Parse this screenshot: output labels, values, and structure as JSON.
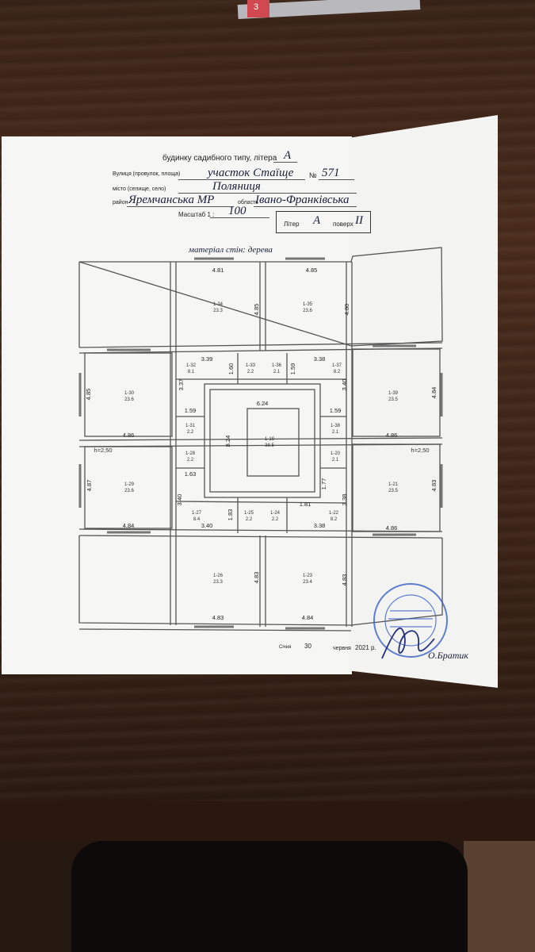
{
  "header": {
    "title_prefix": "будинку садибного типу, літера",
    "title_letter": "А",
    "street_label": "Вулиця (провулок, площа)",
    "street_value": "участок Стаїще",
    "number_label": "№",
    "number_value": "571",
    "city_label": "місто (селище, село)",
    "city_value": "Поляниця",
    "district_label": "район",
    "district_value": "Яремчанська МР",
    "region_label": "область",
    "region_value": "Івано-Франківська",
    "scale_label": "Масштаб 1 :",
    "scale_value": "100",
    "letter_label": "Літер",
    "letter_value": "А",
    "floor_label": "поверх",
    "floor_value": "II"
  },
  "plan": {
    "wall_material": "матеріал стін: дерева",
    "rooms": [
      {
        "id": "1-34",
        "area": "23.3"
      },
      {
        "id": "1-35",
        "area": "23.6"
      },
      {
        "id": "1-30",
        "area": "23.6"
      },
      {
        "id": "1-32",
        "area": "8.1"
      },
      {
        "id": "1-33",
        "area": "2.2"
      },
      {
        "id": "1-36",
        "area": "2.1"
      },
      {
        "id": "1-37",
        "area": "8.2"
      },
      {
        "id": "1-39",
        "area": "23.5"
      },
      {
        "id": "1-31",
        "area": "2.2"
      },
      {
        "id": "1-19",
        "area": "38.5"
      },
      {
        "id": "1-38",
        "area": "2.1"
      },
      {
        "id": "1-28",
        "area": "2.2"
      },
      {
        "id": "1-20",
        "area": "2.1"
      },
      {
        "id": "1-29",
        "area": "23.6"
      },
      {
        "id": "1-21",
        "area": "23.5"
      },
      {
        "id": "1-27",
        "area": "8.4"
      },
      {
        "id": "1-25",
        "area": "2.2"
      },
      {
        "id": "1-24",
        "area": "2.2"
      },
      {
        "id": "1-22",
        "area": "8.2"
      },
      {
        "id": "1-26",
        "area": "23.3"
      },
      {
        "id": "1-23",
        "area": "23.4"
      }
    ],
    "dims": {
      "d481": "4.81",
      "d485a": "4.85",
      "d485b": "4.85",
      "d480": "4.80",
      "d339": "3.39",
      "d160a": "1.60",
      "d159a": "1.59",
      "d338a": "3.38",
      "d485c": "4.85",
      "d337": "3.37",
      "d340a": "3.40",
      "d484a": "4.84",
      "d624": "6.24",
      "d159b": "1.59",
      "d159c": "1.59",
      "d824": "8.24",
      "d486a": "4.86",
      "d486b": "4.86",
      "h250a": "h=2,50",
      "h250b": "h=2,50",
      "d163": "1.63",
      "d177": "1.77",
      "d487": "4.87",
      "d483a": "4.83",
      "d340b": "3.40",
      "d338b": "3.38",
      "d183": "1.83",
      "d181": "1.81",
      "d484b": "4.84",
      "d340c": "3.40",
      "d338c": "3.38",
      "d486c": "4.86",
      "d483b": "4.83",
      "d483c": "4.83",
      "d483d": "4.83",
      "d484c": "4.84"
    }
  },
  "footer": {
    "date_label": "Січня",
    "day": "30",
    "month": "червня",
    "year": "2021 р.",
    "signer": "О.Братик"
  },
  "tag": {
    "text": "3"
  }
}
